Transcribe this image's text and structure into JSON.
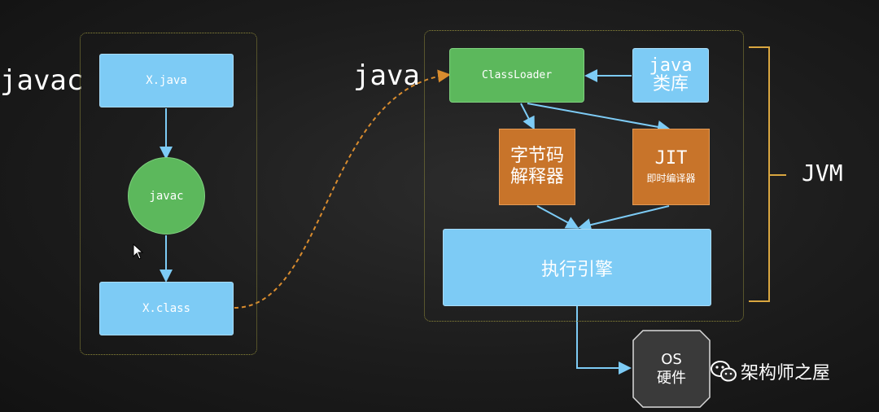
{
  "labels": {
    "javac_left": "javac",
    "java_mid": "java",
    "jvm": "JVM"
  },
  "compile": {
    "source": "X.java",
    "compiler": "javac",
    "output": "X.class"
  },
  "jvm": {
    "classloader": "ClassLoader",
    "library_line1": "java",
    "library_line2": "类库",
    "interpreter_line1": "字节码",
    "interpreter_line2": "解释器",
    "jit_line1": "JIT",
    "jit_line2": "即时编译器",
    "engine": "执行引擎"
  },
  "os": {
    "line1": "OS",
    "line2": "硬件"
  },
  "watermark": "架构师之屋",
  "colors": {
    "blue": "#7dcbf5",
    "green": "#5cb85c",
    "orange": "#c8742a",
    "dark_box": "#3a3a3a",
    "frame": "#8f8a3a",
    "brace": "#d9a640",
    "dashed": "#d98c2e"
  }
}
